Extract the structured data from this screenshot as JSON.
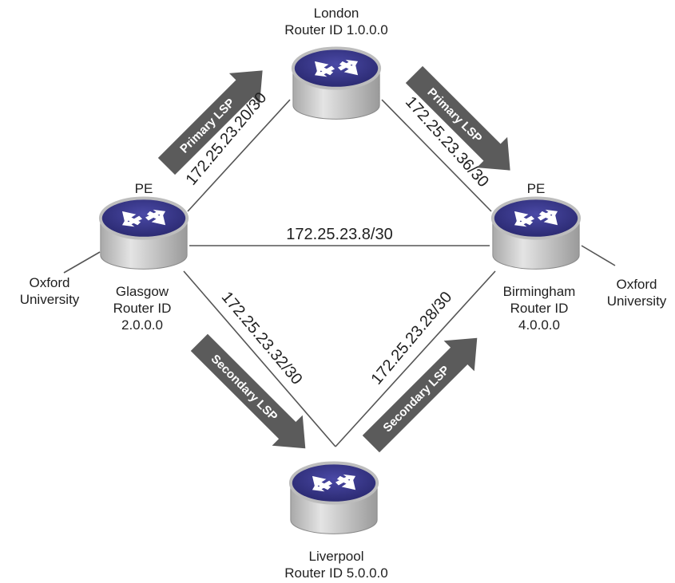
{
  "routers": {
    "london": {
      "name": "London",
      "router_id": "Router ID 1.0.0.0"
    },
    "glasgow": {
      "role": "PE",
      "name": "Glasgow",
      "router_id": "Router ID",
      "router_id_value": "2.0.0.0"
    },
    "birmingham": {
      "role": "PE",
      "name": "Birmingham",
      "router_id": "Router ID",
      "router_id_value": "4.0.0.0"
    },
    "liverpool": {
      "name": "Liverpool",
      "router_id": "Router ID 5.0.0.0"
    }
  },
  "customers": {
    "left": {
      "line1": "Oxford",
      "line2": "University"
    },
    "right": {
      "line1": "Oxford",
      "line2": "University"
    }
  },
  "subnets": {
    "glasgow_london": "172.25.23.20/30",
    "london_birmingham": "172.25.23.36/30",
    "glasgow_birmingham": "172.25.23.8/30",
    "glasgow_liverpool": "172.25.23.32/30",
    "liverpool_birmingham": "172.25.23.28/30"
  },
  "lsps": {
    "primary_1": "Primary LSP",
    "primary_2": "Primary LSP",
    "secondary_1": "Secondary LSP",
    "secondary_2": "Secondary LSP"
  },
  "colors": {
    "router_body": "#c8c8c8",
    "router_top": "#35347e",
    "arrow_fill": "#5b5b5b",
    "link": "#555555"
  }
}
